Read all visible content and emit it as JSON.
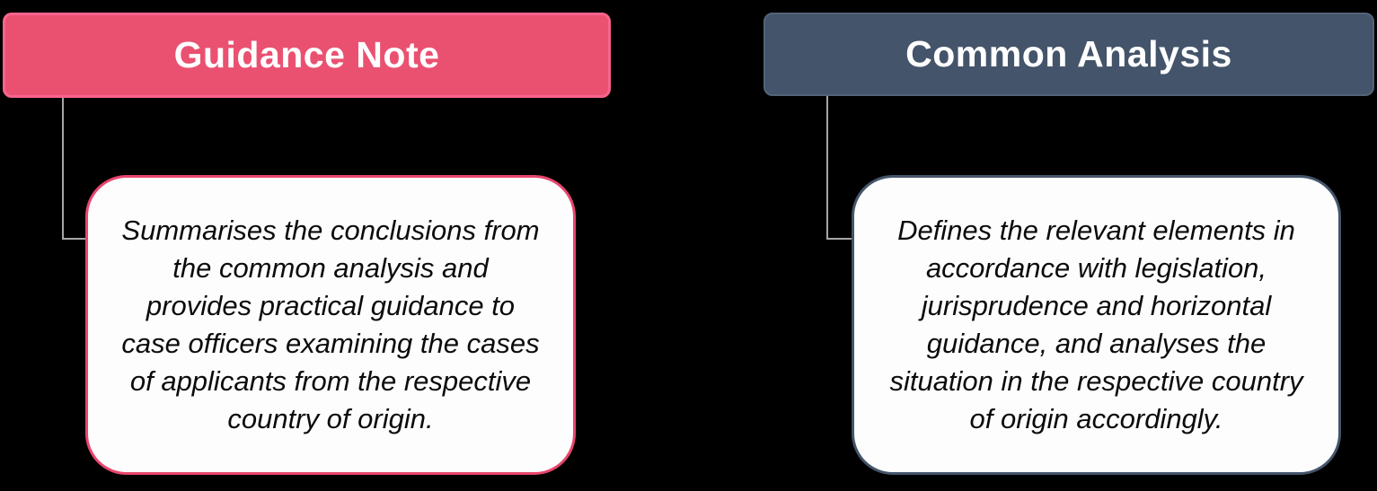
{
  "diagram": {
    "background_color": "#000000",
    "connector_color": "#A6A6A6",
    "columns": [
      {
        "id": "guidance-note",
        "header": {
          "label": "Guidance Note",
          "fill_color": "#EA5171",
          "border_color": "#F8648D",
          "text_color": "#FFFFFF"
        },
        "body": {
          "text": "Summarises the conclusions from the common analysis and provides practical guidance to case officers examining the cases of applicants from the respective country of origin.",
          "fill_color": "#FDFDFD",
          "border_color": "#E8466D",
          "text_color": "#0B0B0B"
        }
      },
      {
        "id": "common-analysis",
        "header": {
          "label": "Common Analysis",
          "fill_color": "#44546A",
          "border_color": "#546378",
          "text_color": "#FFFFFF"
        },
        "body": {
          "text": "Defines the relevant elements in accordance with legislation, jurisprudence and horizontal guidance, and analyses the situation in the respective country of origin accordingly.",
          "fill_color": "#FDFDFD",
          "border_color": "#44546A",
          "text_color": "#0B0B0B"
        }
      }
    ]
  }
}
